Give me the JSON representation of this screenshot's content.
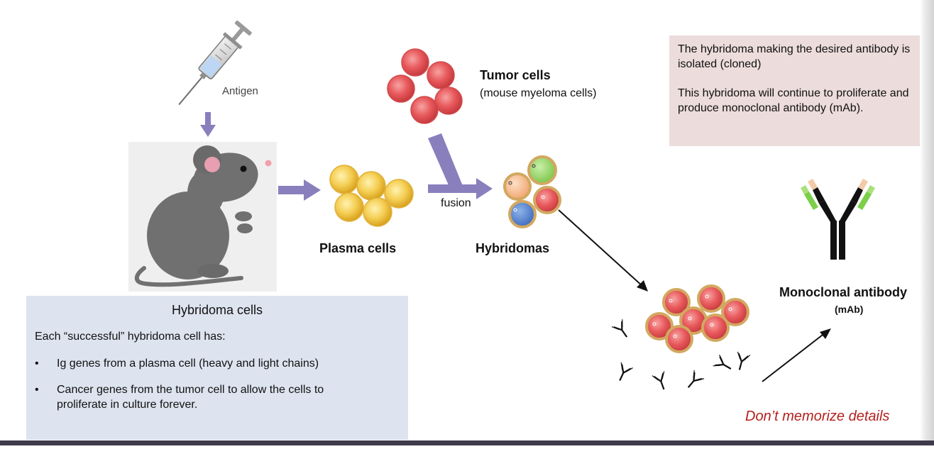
{
  "labels": {
    "antigen": "Antigen",
    "tumor_title": "Tumor cells",
    "tumor_subtitle": "(mouse myeloma cells)",
    "fusion": "fusion",
    "plasma_cells": "Plasma cells",
    "hybridomas": "Hybridomas",
    "mab_title": "Monoclonal antibody",
    "mab_abbrev": "(mAb)",
    "dont_memorize": "Don’t memorize details"
  },
  "note_box": {
    "line1": "The hybridoma making the desired antibody is isolated (cloned)",
    "line2": "This hybridoma will continue to proliferate and produce monoclonal antibody (mAb)."
  },
  "info_box": {
    "title": "Hybridoma cells",
    "intro": "Each “successful” hybridoma cell has:",
    "bullets": [
      "Ig genes from a plasma cell (heavy and light chains)",
      "Cancer genes from the tumor cell to allow the cells to proliferate in culture forever."
    ]
  },
  "colors": {
    "arrow_purple": "#8a7fbd",
    "plasma_yellow": "#f4c84a",
    "tumor_red": "#e35d5f",
    "hybrid_border": "#d2a860",
    "note_bg": "#ecdcdc",
    "info_bg": "#dde4ef",
    "warning_red": "#b3211d"
  },
  "icons": [
    "syringe-icon",
    "mouse-icon",
    "plasma-cell-icon",
    "tumor-cell-icon",
    "hybridoma-cell-icon",
    "antibody-icon"
  ]
}
